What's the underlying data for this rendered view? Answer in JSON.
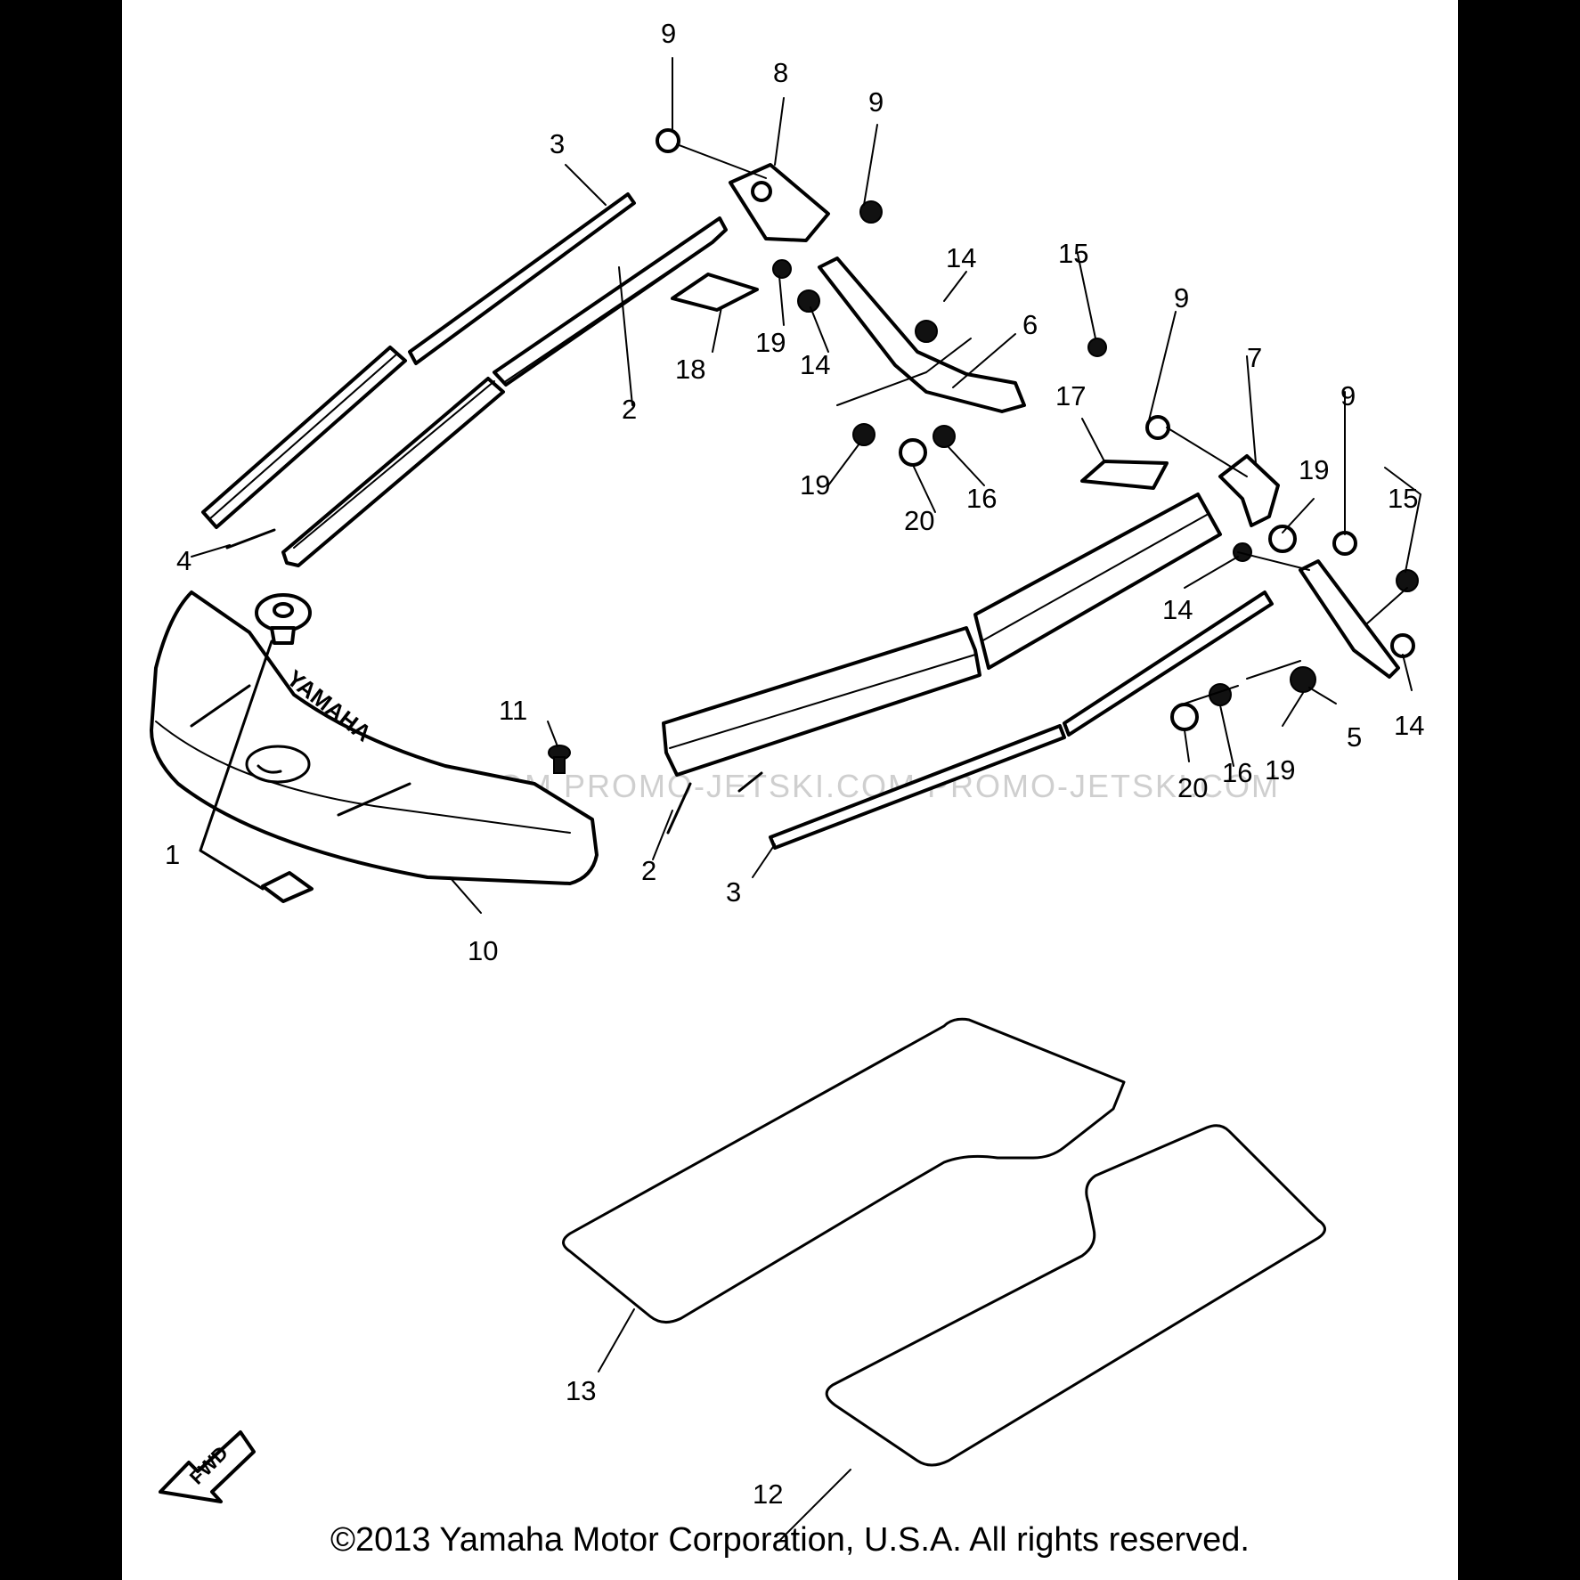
{
  "watermark": "JETSKI.COM    PROMO-JETSKI.COM    PROMO-JETSKI.COM",
  "logo_text": "YAMAHA",
  "fwd_label": "FWD",
  "copyright": "©2013 Yamaha Motor Corporation, U.S.A. All rights reserved.",
  "callouts": {
    "c1": "1",
    "c2a": "2",
    "c2b": "2",
    "c3a": "3",
    "c3b": "3",
    "c4": "4",
    "c5": "5",
    "c6": "6",
    "c7": "7",
    "c8": "8",
    "c9a": "9",
    "c9b": "9",
    "c9c": "9",
    "c9d": "9",
    "c10": "10",
    "c11": "11",
    "c12": "12",
    "c13": "13",
    "c14a": "14",
    "c14b": "14",
    "c14c": "14",
    "c14d": "14",
    "c15a": "15",
    "c15b": "15",
    "c16a": "16",
    "c16b": "16",
    "c17": "17",
    "c18": "18",
    "c19a": "19",
    "c19b": "19",
    "c19c": "19",
    "c19d": "19",
    "c20a": "20",
    "c20b": "20"
  }
}
